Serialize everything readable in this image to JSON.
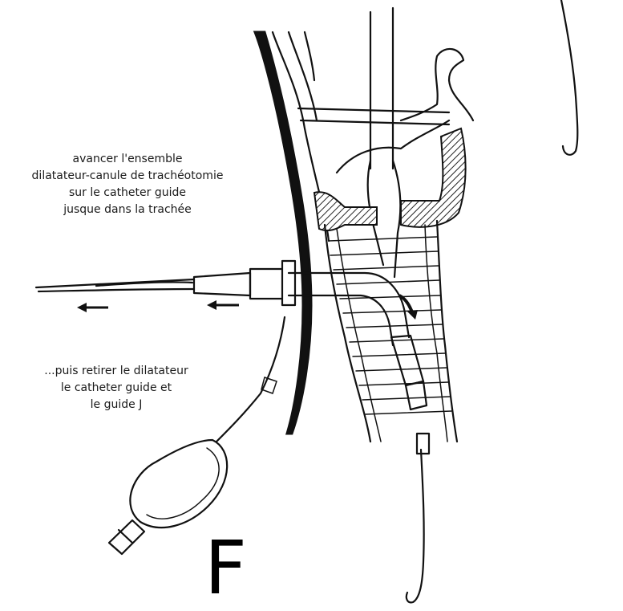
{
  "annotations": {
    "advance_lines": [
      "avancer l'ensemble",
      "dilatateur-canule de trachéotomie",
      "sur le catheter guide",
      "jusque dans la trachée"
    ],
    "withdraw_lines": [
      "...puis retirer le dilatateur",
      "le catheter guide et",
      "le guide J"
    ]
  },
  "panel_label": "F",
  "colors": {
    "ink": "#111111",
    "hatch": "#222222",
    "background": "#ffffff"
  }
}
